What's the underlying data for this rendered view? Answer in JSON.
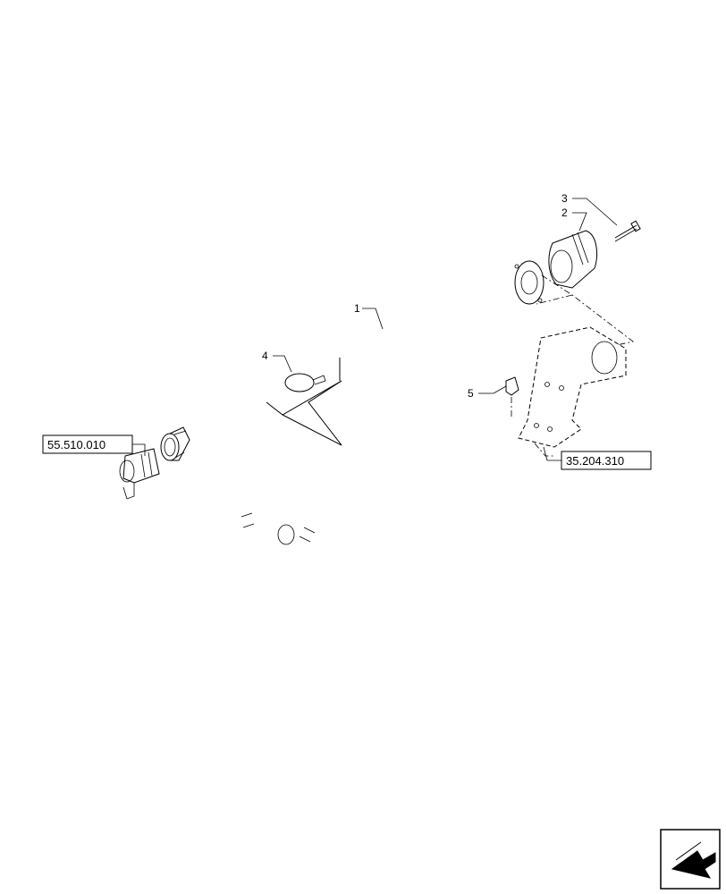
{
  "callouts": {
    "item_1": "1",
    "item_2": "2",
    "item_3": "3",
    "item_4": "4",
    "item_5": "5"
  },
  "references": {
    "left_ref": "55.510.010",
    "right_ref": "35.204.310"
  },
  "icons": {
    "nav": "next-page-arrow-icon"
  }
}
